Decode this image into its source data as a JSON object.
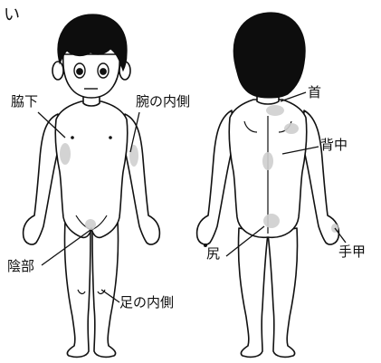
{
  "figure_mark": "い",
  "labels": {
    "armpit": "脇下",
    "inner_arm": "腕の内側",
    "groin": "陰部",
    "inner_leg": "足の内側",
    "neck": "首",
    "back": "背中",
    "buttocks": "尻",
    "back_of_hand": "手甲"
  },
  "colors": {
    "outline": "#111111",
    "hair": "#0d0d0d",
    "spots": "#cfcfcf"
  }
}
